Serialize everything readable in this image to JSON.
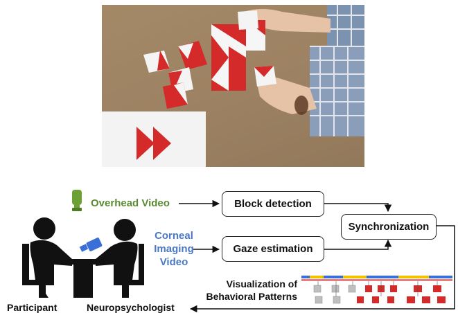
{
  "inputs": {
    "overhead_label": "Overhead Video",
    "corneal_label": [
      "Corneal",
      "Imaging",
      "Video"
    ]
  },
  "modules": {
    "block_detection": "Block detection",
    "gaze_estimation": "Gaze estimation",
    "synchronization": "Synchronization"
  },
  "output": {
    "visualization_label": [
      "Visualization of",
      "Behavioral Patterns"
    ]
  },
  "people": {
    "participant": "Participant",
    "neuropsychologist": "Neuropsychologist"
  },
  "colors": {
    "green": "#5a8a32",
    "blue": "#4a78c4",
    "block_red": "#d42a2a",
    "timeline_blue": "#3b6fd8",
    "timeline_yellow": "#f2c200"
  },
  "icons": {
    "camera": "overhead-camera-icon",
    "eye_camera": "eye-tracker-icon",
    "people": "people-at-table-icon"
  }
}
